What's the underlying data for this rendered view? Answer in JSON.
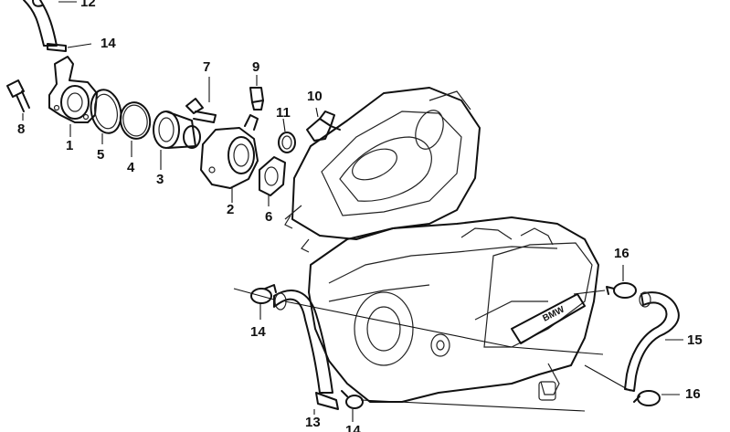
{
  "labels": {
    "l1": "1",
    "l2": "2",
    "l3": "3",
    "l4": "4",
    "l5": "5",
    "l6": "6",
    "l7": "7",
    "l8": "8",
    "l9": "9",
    "l10": "10",
    "l11": "11",
    "l12": "12",
    "l13": "13",
    "l14a": "14",
    "l14b": "14",
    "l14c": "14",
    "l15": "15",
    "l16a": "16",
    "l16b": "16"
  }
}
